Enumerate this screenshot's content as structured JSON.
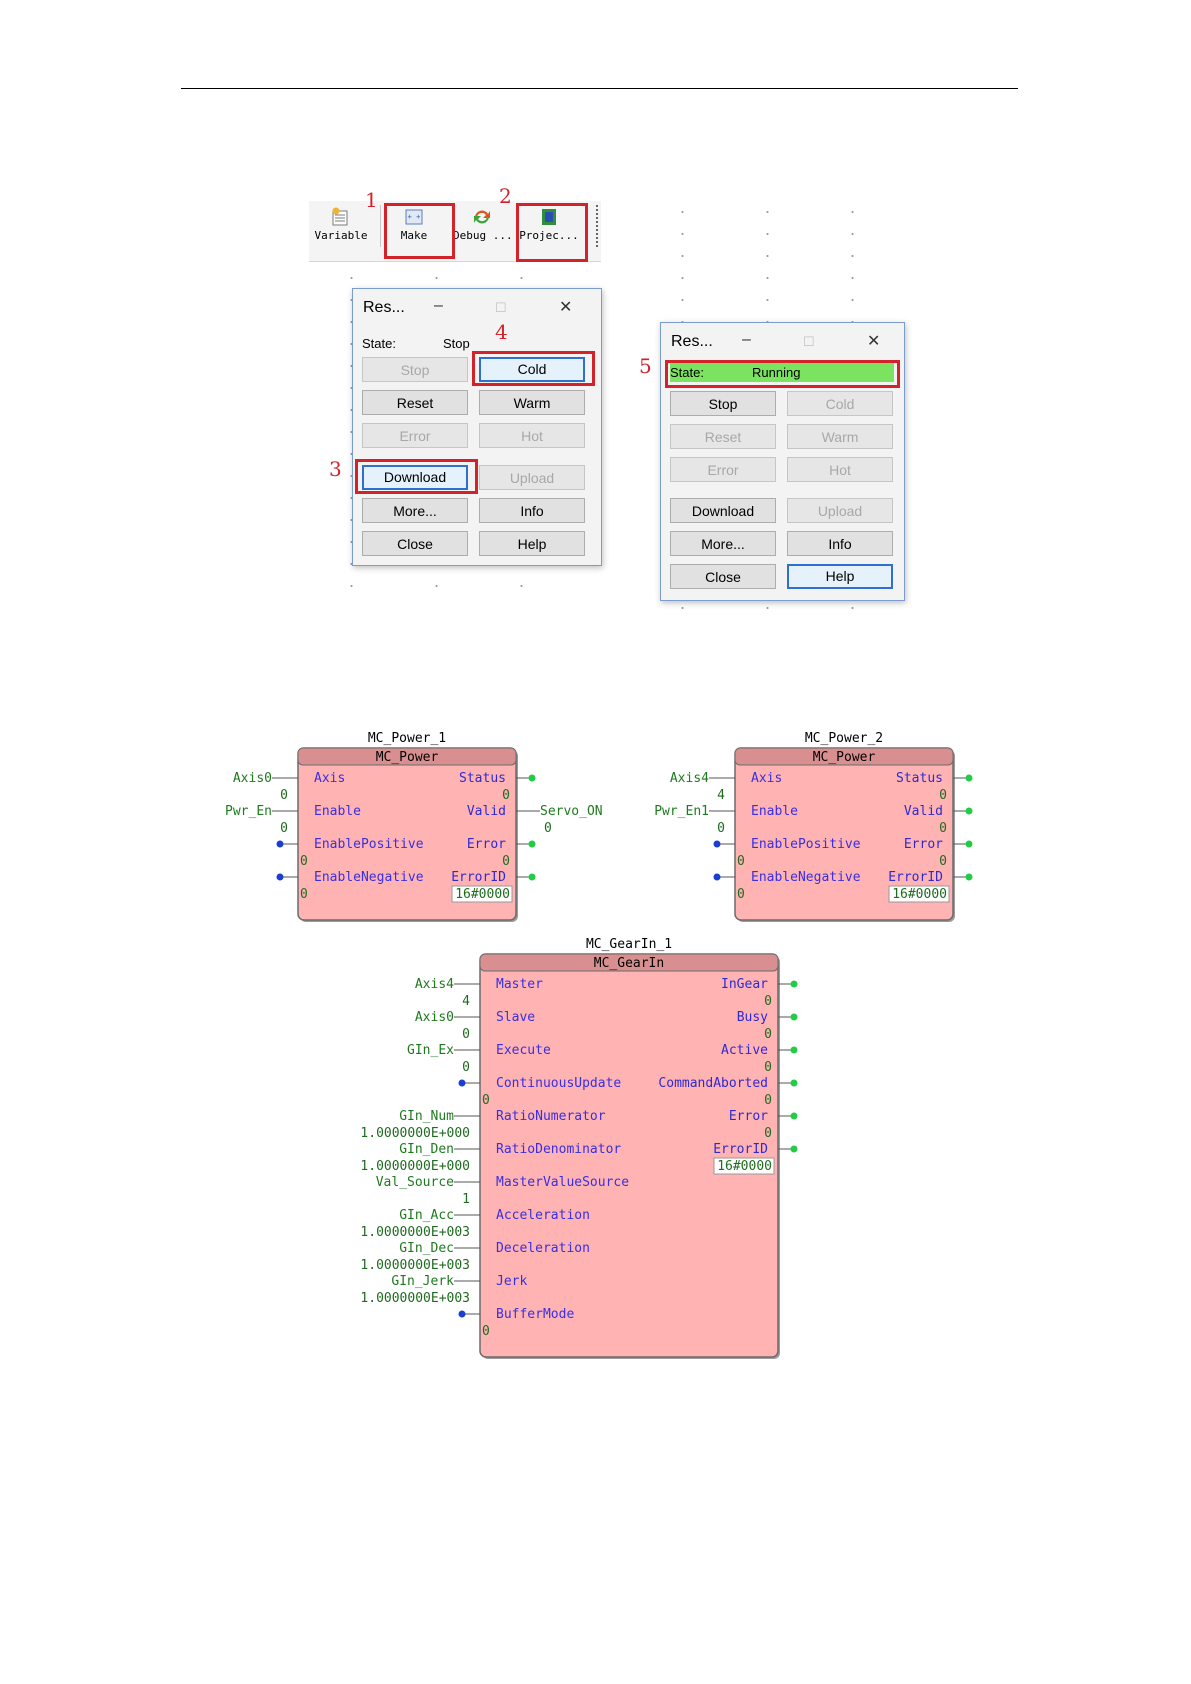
{
  "toolbar": {
    "items": [
      {
        "label": "Variable",
        "icon": "variable-icon"
      },
      {
        "label": "Make",
        "icon": "make-icon"
      },
      {
        "label": "Debug ...",
        "icon": "debug-icon"
      },
      {
        "label": "Projec...",
        "icon": "project-icon"
      }
    ]
  },
  "annotations": {
    "n1": "1",
    "n2": "2",
    "n3": "3",
    "n4": "4",
    "n5": "5"
  },
  "dialog1": {
    "title": "Res...",
    "state_label": "State:",
    "state_value": "Stop",
    "buttons": {
      "stop": "Stop",
      "cold": "Cold",
      "reset": "Reset",
      "warm": "Warm",
      "error": "Error",
      "hot": "Hot",
      "download": "Download",
      "upload": "Upload",
      "more": "More...",
      "info": "Info",
      "close": "Close",
      "help": "Help"
    }
  },
  "dialog2": {
    "title": "Res...",
    "state_label": "State:",
    "state_value": "Running",
    "state_color": "#7be35f",
    "buttons": {
      "stop": "Stop",
      "cold": "Cold",
      "reset": "Reset",
      "warm": "Warm",
      "error": "Error",
      "hot": "Hot",
      "download": "Download",
      "upload": "Upload",
      "more": "More...",
      "info": "Info",
      "close": "Close",
      "help": "Help"
    }
  },
  "fb_power1": {
    "instance": "MC_Power_1",
    "type": "MC_Power",
    "inputs": [
      {
        "pin": "Axis",
        "var": "Axis0",
        "value": "0"
      },
      {
        "pin": "Enable",
        "var": "Pwr_En",
        "value": "0"
      },
      {
        "pin": "EnablePositive",
        "var": "",
        "value": "0"
      },
      {
        "pin": "EnableNegative",
        "var": "",
        "value": "0"
      }
    ],
    "outputs": [
      {
        "pin": "Status",
        "var": "",
        "value": "0"
      },
      {
        "pin": "Valid",
        "var": "Servo_ON",
        "value": "0"
      },
      {
        "pin": "Error",
        "var": "",
        "value": "0"
      },
      {
        "pin": "ErrorID",
        "var": "",
        "value": "16#0000"
      }
    ]
  },
  "fb_power2": {
    "instance": "MC_Power_2",
    "type": "MC_Power",
    "inputs": [
      {
        "pin": "Axis",
        "var": "Axis4",
        "value": "4"
      },
      {
        "pin": "Enable",
        "var": "Pwr_En1",
        "value": "0"
      },
      {
        "pin": "EnablePositive",
        "var": "",
        "value": "0"
      },
      {
        "pin": "EnableNegative",
        "var": "",
        "value": "0"
      }
    ],
    "outputs": [
      {
        "pin": "Status",
        "var": "",
        "value": "0"
      },
      {
        "pin": "Valid",
        "var": "",
        "value": "0"
      },
      {
        "pin": "Error",
        "var": "",
        "value": "0"
      },
      {
        "pin": "ErrorID",
        "var": "",
        "value": "16#0000"
      }
    ]
  },
  "fb_gearin": {
    "instance": "MC_GearIn_1",
    "type": "MC_GearIn",
    "inputs": [
      {
        "pin": "Master",
        "var": "Axis4",
        "value": "4"
      },
      {
        "pin": "Slave",
        "var": "Axis0",
        "value": "0"
      },
      {
        "pin": "Execute",
        "var": "GIn_Ex",
        "value": "0"
      },
      {
        "pin": "ContinuousUpdate",
        "var": "",
        "value": "0"
      },
      {
        "pin": "RatioNumerator",
        "var": "GIn_Num",
        "value": "1.0000000E+000"
      },
      {
        "pin": "RatioDenominator",
        "var": "GIn_Den",
        "value": "1.0000000E+000"
      },
      {
        "pin": "MasterValueSource",
        "var": "Val_Source",
        "value": "1"
      },
      {
        "pin": "Acceleration",
        "var": "GIn_Acc",
        "value": "1.0000000E+003"
      },
      {
        "pin": "Deceleration",
        "var": "GIn_Dec",
        "value": "1.0000000E+003"
      },
      {
        "pin": "Jerk",
        "var": "GIn_Jerk",
        "value": "1.0000000E+003"
      },
      {
        "pin": "BufferMode",
        "var": "",
        "value": "0"
      }
    ],
    "outputs": [
      {
        "pin": "InGear",
        "var": "",
        "value": "0"
      },
      {
        "pin": "Busy",
        "var": "",
        "value": "0"
      },
      {
        "pin": "Active",
        "var": "",
        "value": "0"
      },
      {
        "pin": "CommandAborted",
        "var": "",
        "value": "0"
      },
      {
        "pin": "Error",
        "var": "",
        "value": "0"
      },
      {
        "pin": "ErrorID",
        "var": "",
        "value": "16#0000"
      }
    ]
  },
  "colors": {
    "block_fill": "#ffb3b3",
    "block_header": "#d98f8f",
    "input_pin": "#3a2fe0",
    "output_pin": "#2f2ad0",
    "variable": "#1f7a1f",
    "value": "#1f6b1f",
    "out_dot": "#22cc44",
    "in_dot": "#1a3fd0",
    "annotation": "#d2232a"
  }
}
